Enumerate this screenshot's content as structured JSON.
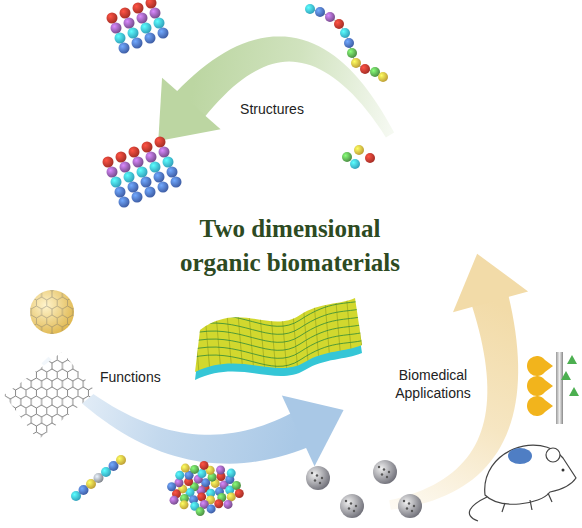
{
  "diagram": {
    "title": "Two dimensional organic biomaterials",
    "labels": [
      "Structures",
      "Functions",
      "Biomedical Applications"
    ]
  }
}
